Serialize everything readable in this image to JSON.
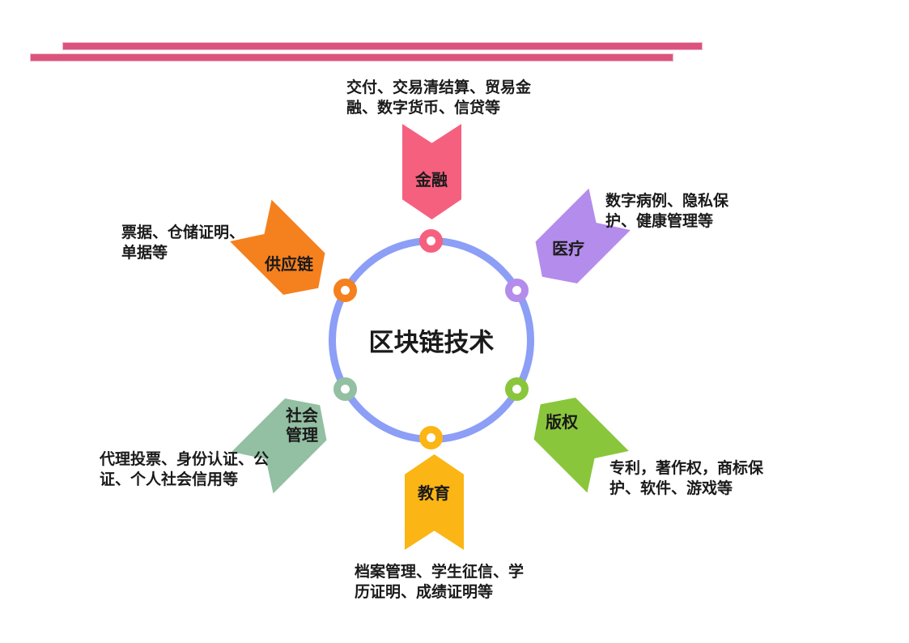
{
  "center": {
    "title": "区块链技术",
    "ring_color": "#8c9ef5"
  },
  "header": {
    "bar_color": "#db547d"
  },
  "nodes": [
    {
      "id": "finance",
      "label": "金融",
      "color": "#f6607f",
      "desc": "交付、交易清结算、贸易金\n融、数字货币、信贷等"
    },
    {
      "id": "medical",
      "label": "医疗",
      "color": "#b48ceb",
      "desc": "数字病例、隐私保\n护、健康管理等"
    },
    {
      "id": "copyright",
      "label": "版权",
      "color": "#8ac63c",
      "desc": "专利，著作权，商标保\n护、软件、游戏等"
    },
    {
      "id": "education",
      "label": "教育",
      "color": "#fbb515",
      "desc": "档案管理、学生征信、学\n历证明、成绩证明等"
    },
    {
      "id": "social",
      "label": "社会\n管理",
      "color": "#93bfa2",
      "desc": "代理投票、身份认证、公\n证、个人社会信用等"
    },
    {
      "id": "supply",
      "label": "供应链",
      "color": "#f5801e",
      "desc": "票据、仓储证明、\n单据等"
    }
  ]
}
